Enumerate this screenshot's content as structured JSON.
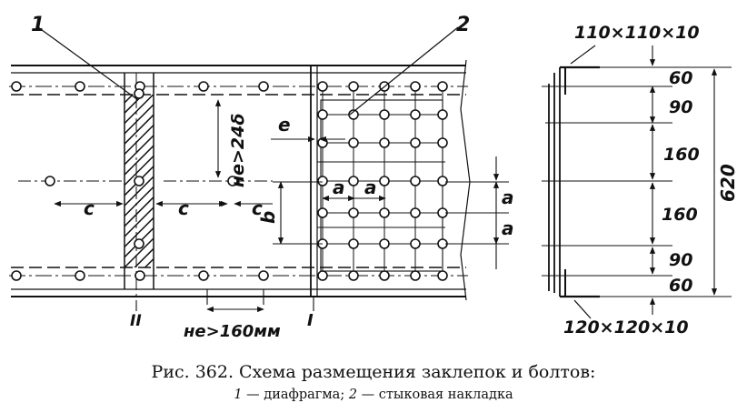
{
  "labels": {
    "callout_1": "1",
    "callout_2": "2",
    "dim_c_left": "c",
    "dim_c_mid": "c",
    "dim_c_right": "c",
    "spacing_note": "не>24δ",
    "dim_e": "e",
    "dim_b": "b",
    "dim_a_h1": "a",
    "dim_a_h2": "a",
    "dim_a_v1": "a",
    "dim_a_v2": "a",
    "section_II": "II",
    "section_I": "I",
    "min_pitch": "не>160мм"
  },
  "profile": {
    "angle_top": "110×110×10",
    "angle_bottom": "120×120×10",
    "spacings": [
      "60",
      "90",
      "160",
      "160",
      "90",
      "60"
    ],
    "total": "620"
  },
  "caption": {
    "title": "Рис. 362. Схема размещения заклепок и болтов:",
    "legend_n1": "1",
    "legend_t1": " — диафрагма; ",
    "legend_n2": "2",
    "legend_t2": " — стыковая накладка"
  }
}
